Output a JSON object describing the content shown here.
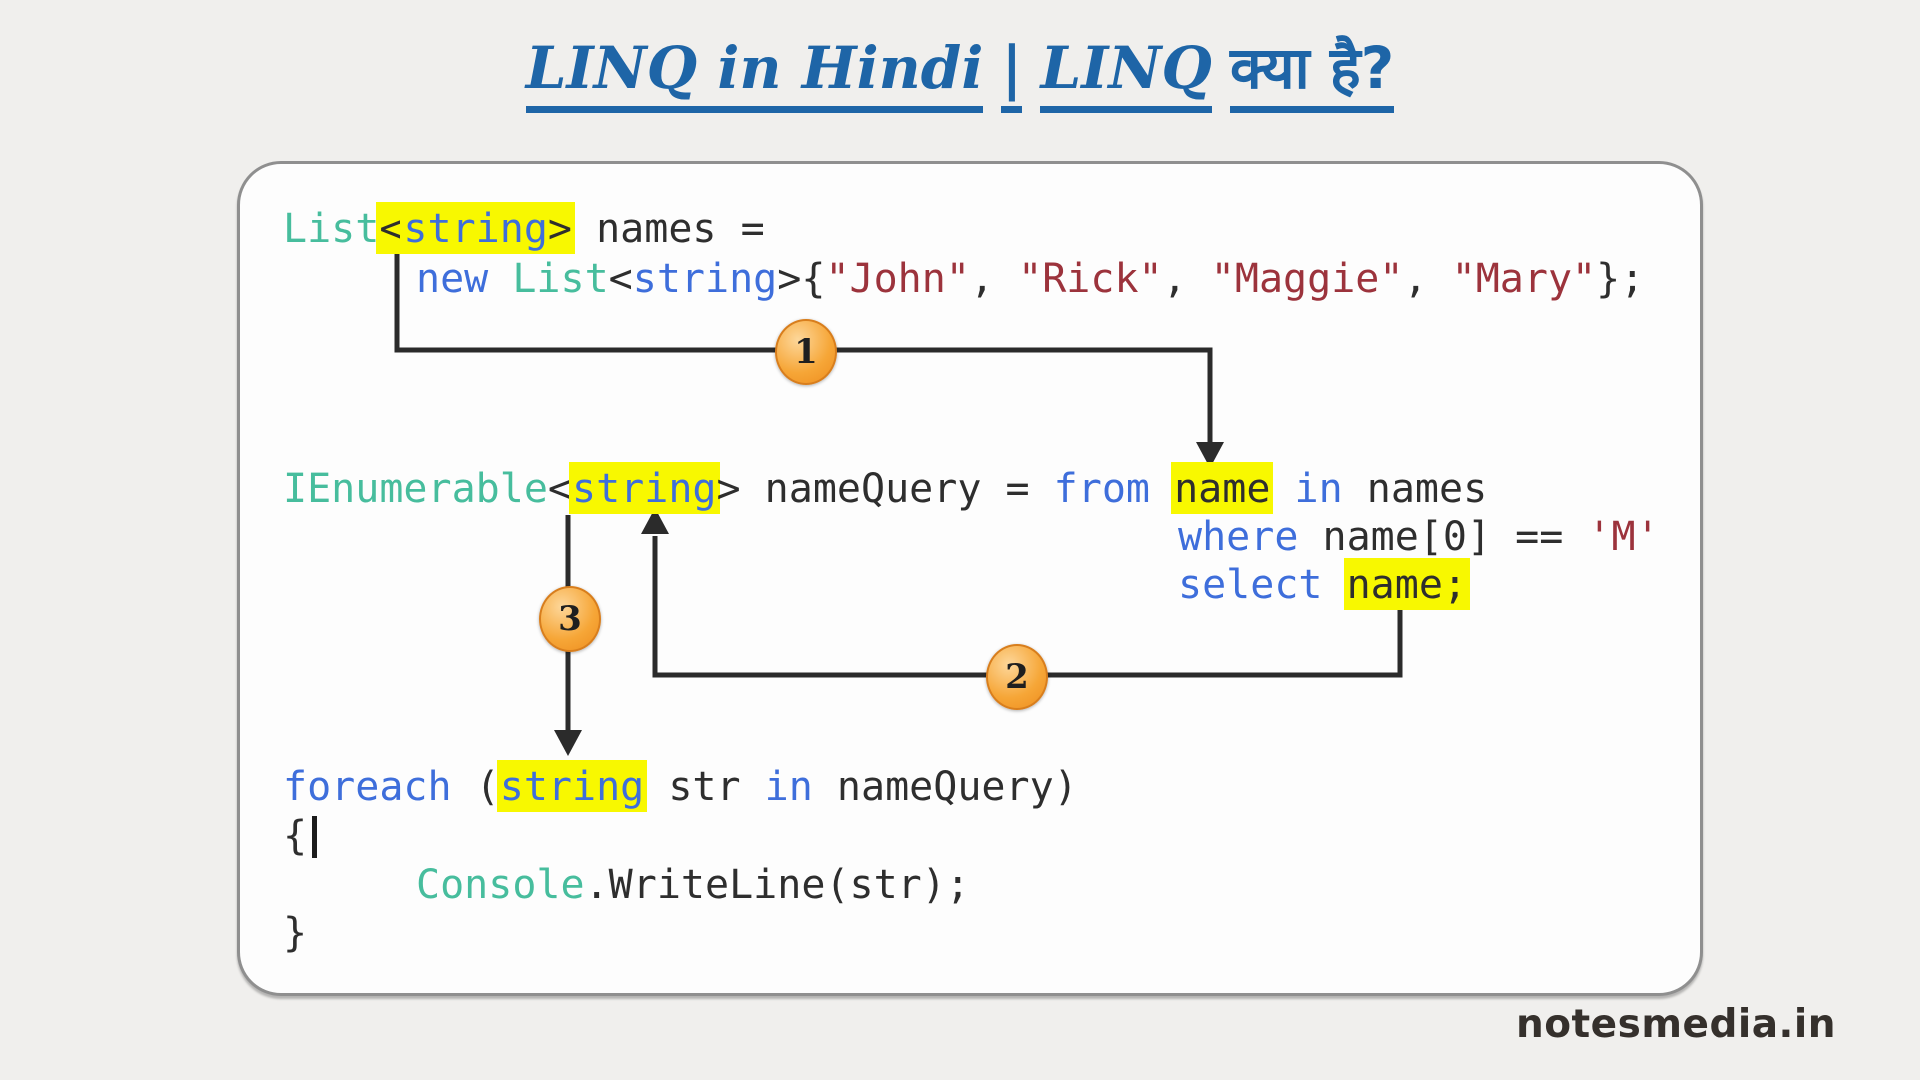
{
  "title": {
    "parts": [
      {
        "text": "LINQ in Hindi"
      },
      {
        "text": "|"
      },
      {
        "text": "LINQ"
      },
      {
        "text": "क्या है?"
      }
    ],
    "color": "#1e65a7"
  },
  "watermark": {
    "text": "notesmedia.in",
    "color": "#35302c"
  },
  "diagram": {
    "markers": [
      {
        "label": "1"
      },
      {
        "label": "2"
      },
      {
        "label": "3"
      }
    ],
    "marker_fill": "#f6a637",
    "arrow_color": "#2b2b2b"
  },
  "code": {
    "highlight": "#f8f800",
    "colors": {
      "type": "#47bd9d",
      "kw": "#3e6edb",
      "str": "#9c333c",
      "plain": "#2e2e2e"
    },
    "lines": [
      {
        "tokens": [
          {
            "text": "List",
            "c": "type"
          },
          {
            "text": "<",
            "c": "plain",
            "hl": true
          },
          {
            "text": "string",
            "c": "kw",
            "hl": true
          },
          {
            "text": ">",
            "c": "plain",
            "hl": true
          },
          {
            "text": " names =",
            "c": "plain"
          }
        ]
      },
      {
        "tokens": [
          {
            "text": "new",
            "c": "kw"
          },
          {
            "text": " ",
            "c": "plain"
          },
          {
            "text": "List",
            "c": "type"
          },
          {
            "text": "<",
            "c": "plain"
          },
          {
            "text": "string",
            "c": "kw"
          },
          {
            "text": ">{",
            "c": "plain"
          },
          {
            "text": "\"John\"",
            "c": "str"
          },
          {
            "text": ", ",
            "c": "plain"
          },
          {
            "text": "\"Rick\"",
            "c": "str"
          },
          {
            "text": ", ",
            "c": "plain"
          },
          {
            "text": "\"Maggie\"",
            "c": "str"
          },
          {
            "text": ", ",
            "c": "plain"
          },
          {
            "text": "\"Mary\"",
            "c": "str"
          },
          {
            "text": "};",
            "c": "plain"
          }
        ]
      },
      {
        "tokens": [
          {
            "text": "IEnumerable",
            "c": "type"
          },
          {
            "text": "<",
            "c": "plain"
          },
          {
            "text": "string",
            "c": "kw",
            "hl": true
          },
          {
            "text": ">",
            "c": "plain"
          },
          {
            "text": " nameQuery = ",
            "c": "plain"
          },
          {
            "text": "from",
            "c": "kw"
          },
          {
            "text": " ",
            "c": "plain"
          },
          {
            "text": "name",
            "c": "plain",
            "hl": true
          },
          {
            "text": " ",
            "c": "plain"
          },
          {
            "text": "in",
            "c": "kw"
          },
          {
            "text": " names",
            "c": "plain"
          }
        ]
      },
      {
        "tokens": [
          {
            "text": "where",
            "c": "kw"
          },
          {
            "text": " name[0] == ",
            "c": "plain"
          },
          {
            "text": "'M'",
            "c": "str"
          }
        ]
      },
      {
        "tokens": [
          {
            "text": "select",
            "c": "kw"
          },
          {
            "text": " ",
            "c": "plain"
          },
          {
            "text": "name;",
            "c": "plain",
            "hl": true
          }
        ]
      },
      {
        "tokens": [
          {
            "text": "foreach",
            "c": "kw"
          },
          {
            "text": " (",
            "c": "plain"
          },
          {
            "text": "string",
            "c": "kw",
            "hl": true
          },
          {
            "text": " str ",
            "c": "plain"
          },
          {
            "text": "in",
            "c": "kw"
          },
          {
            "text": " nameQuery)",
            "c": "plain"
          }
        ]
      },
      {
        "tokens": [
          {
            "text": "{",
            "c": "plain"
          }
        ]
      },
      {
        "tokens": [
          {
            "text": "Console",
            "c": "type"
          },
          {
            "text": ".WriteLine(str);",
            "c": "plain"
          }
        ]
      },
      {
        "tokens": [
          {
            "text": "}",
            "c": "plain"
          }
        ]
      }
    ]
  },
  "colors": {
    "background": "#f0efed",
    "panel_bg": "#fdfdfd",
    "panel_border": "#8f8f8f"
  }
}
